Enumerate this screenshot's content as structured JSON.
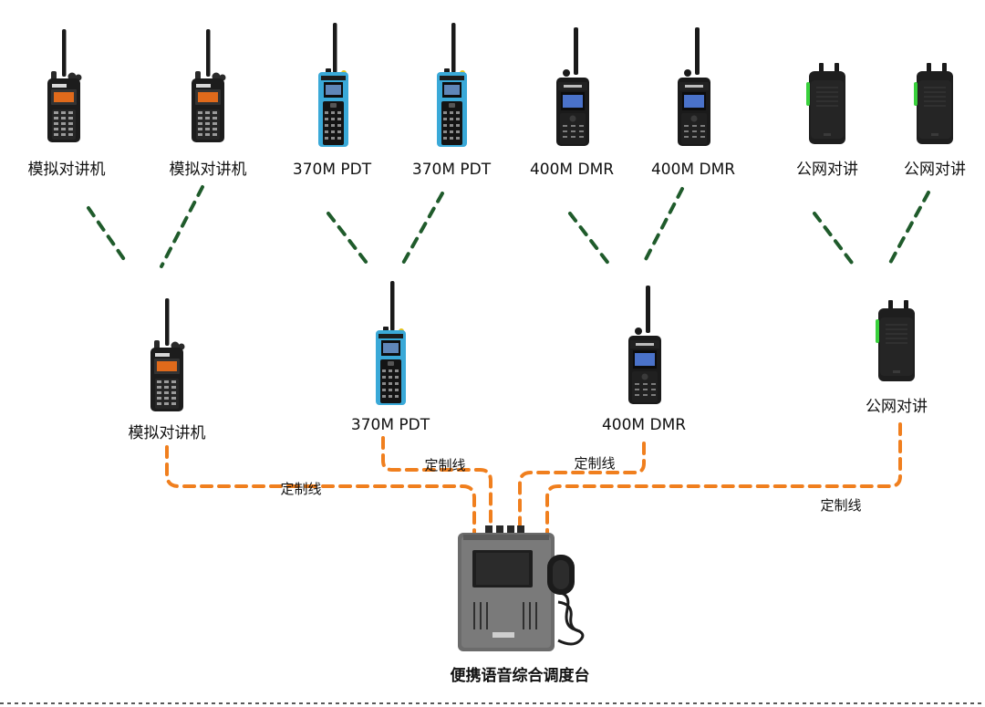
{
  "top_radios": [
    {
      "label": "模拟对讲机",
      "model": "analog",
      "icon": "analog-radio-icon"
    },
    {
      "label": "模拟对讲机",
      "model": "analog",
      "icon": "analog-radio-icon"
    },
    {
      "label": "370M PDT",
      "model": "pdt",
      "icon": "pdt-radio-icon"
    },
    {
      "label": "370M PDT",
      "model": "pdt",
      "icon": "pdt-radio-icon"
    },
    {
      "label": "400M DMR",
      "model": "dmr",
      "icon": "dmr-radio-icon"
    },
    {
      "label": "400M DMR",
      "model": "dmr",
      "icon": "dmr-radio-icon"
    },
    {
      "label": "公网对讲",
      "model": "poc",
      "icon": "poc-radio-icon"
    },
    {
      "label": "公网对讲",
      "model": "poc",
      "icon": "poc-radio-icon"
    }
  ],
  "mid_radios": [
    {
      "label": "模拟对讲机",
      "model": "analog",
      "icon": "analog-radio-icon"
    },
    {
      "label": "370M PDT",
      "model": "pdt",
      "icon": "pdt-radio-icon"
    },
    {
      "label": "400M DMR",
      "model": "dmr",
      "icon": "dmr-radio-icon"
    },
    {
      "label": "公网对讲",
      "model": "poc",
      "icon": "poc-radio-icon"
    }
  ],
  "cable_labels": [
    "定制线",
    "定制线",
    "定制线",
    "定制线"
  ],
  "console": {
    "label": "便携语音综合调度台",
    "icon": "dispatch-console-icon"
  },
  "colors": {
    "wireless_link": "#1f5b2b",
    "cable": "#f07f1e",
    "pdt_body": "#3aa9d8",
    "radio_body": "#1c1c1c",
    "poc_accent": "#39d13c",
    "analog_display": "#e06a1b",
    "dmr_display": "#4a72c9"
  }
}
